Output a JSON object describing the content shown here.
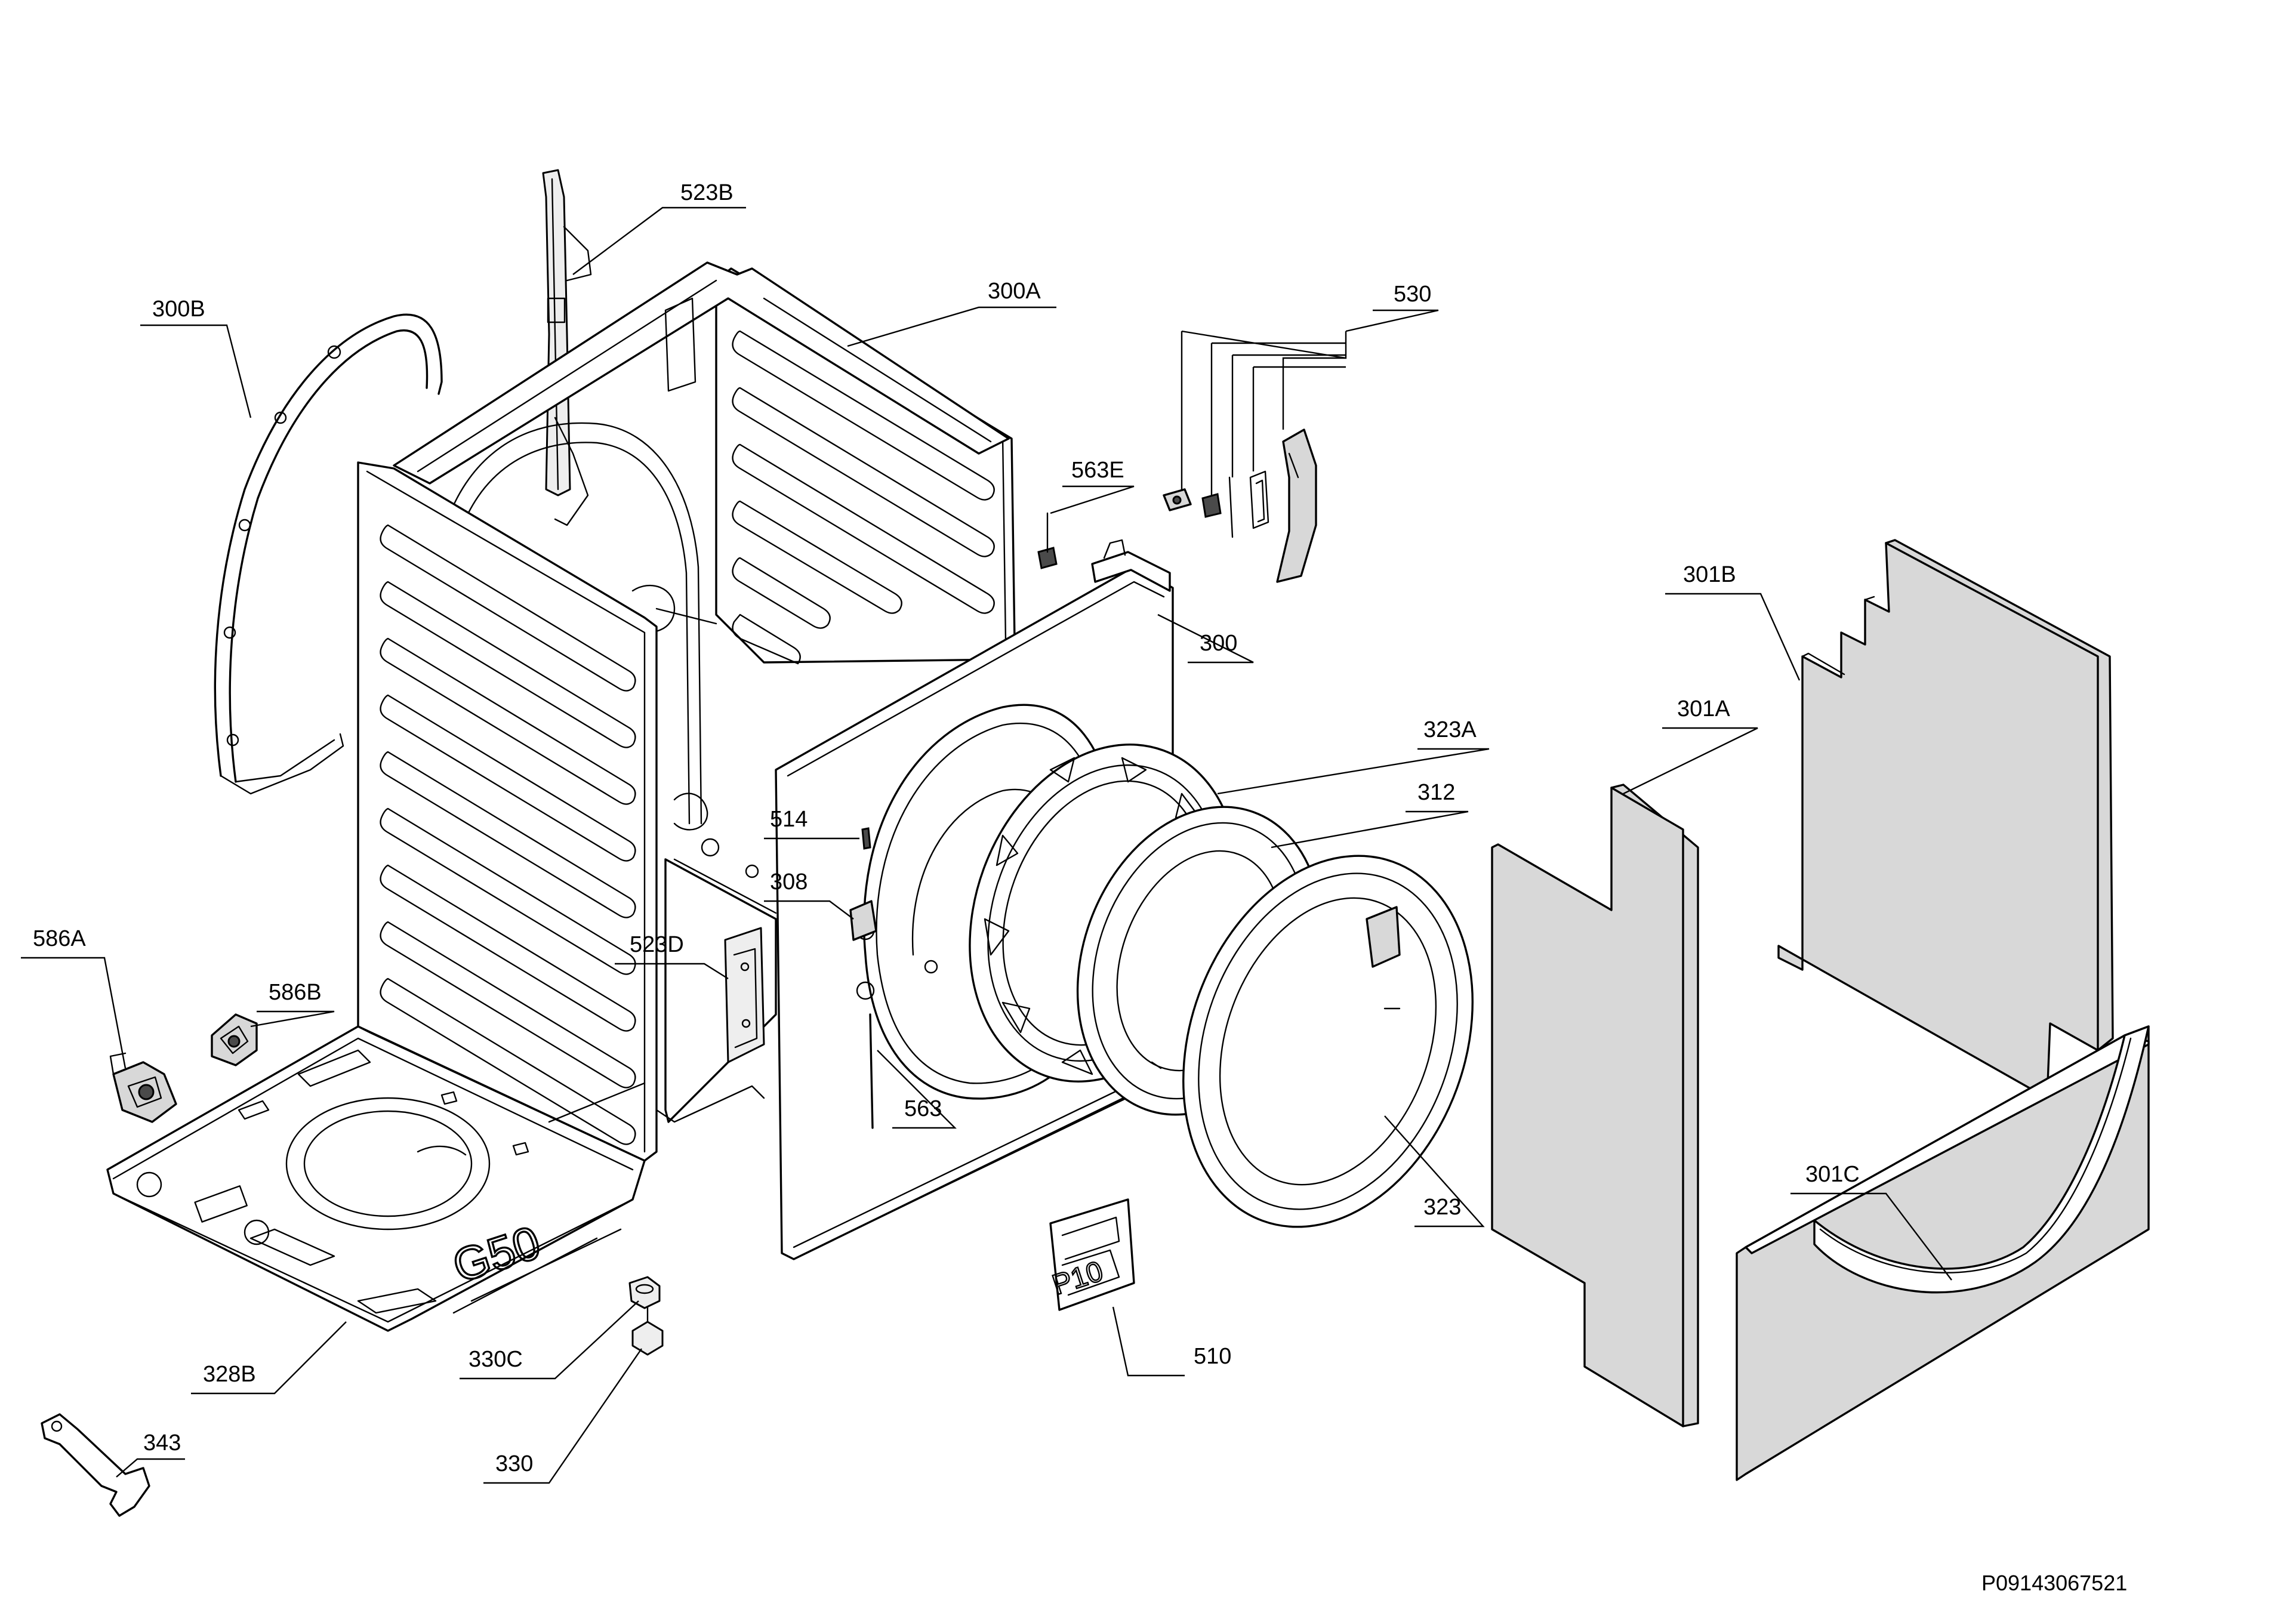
{
  "part_labels": {
    "p523B": "523B",
    "p300A": "300A",
    "p300B": "300B",
    "p530": "530",
    "p563E": "563E",
    "p300": "300",
    "p301B": "301B",
    "p301A": "301A",
    "p323A": "323A",
    "p312": "312",
    "p514": "514",
    "p308": "308",
    "p586A": "586A",
    "p586B": "586B",
    "p523D": "523D",
    "p563": "563",
    "p323": "323",
    "p301C": "301C",
    "p328B": "328B",
    "p330C": "330C",
    "p510": "510",
    "p343": "343",
    "p330": "330"
  },
  "embossed": {
    "base_marking": "G50",
    "plate_marking": "P10"
  },
  "document_number": "P09143067521"
}
